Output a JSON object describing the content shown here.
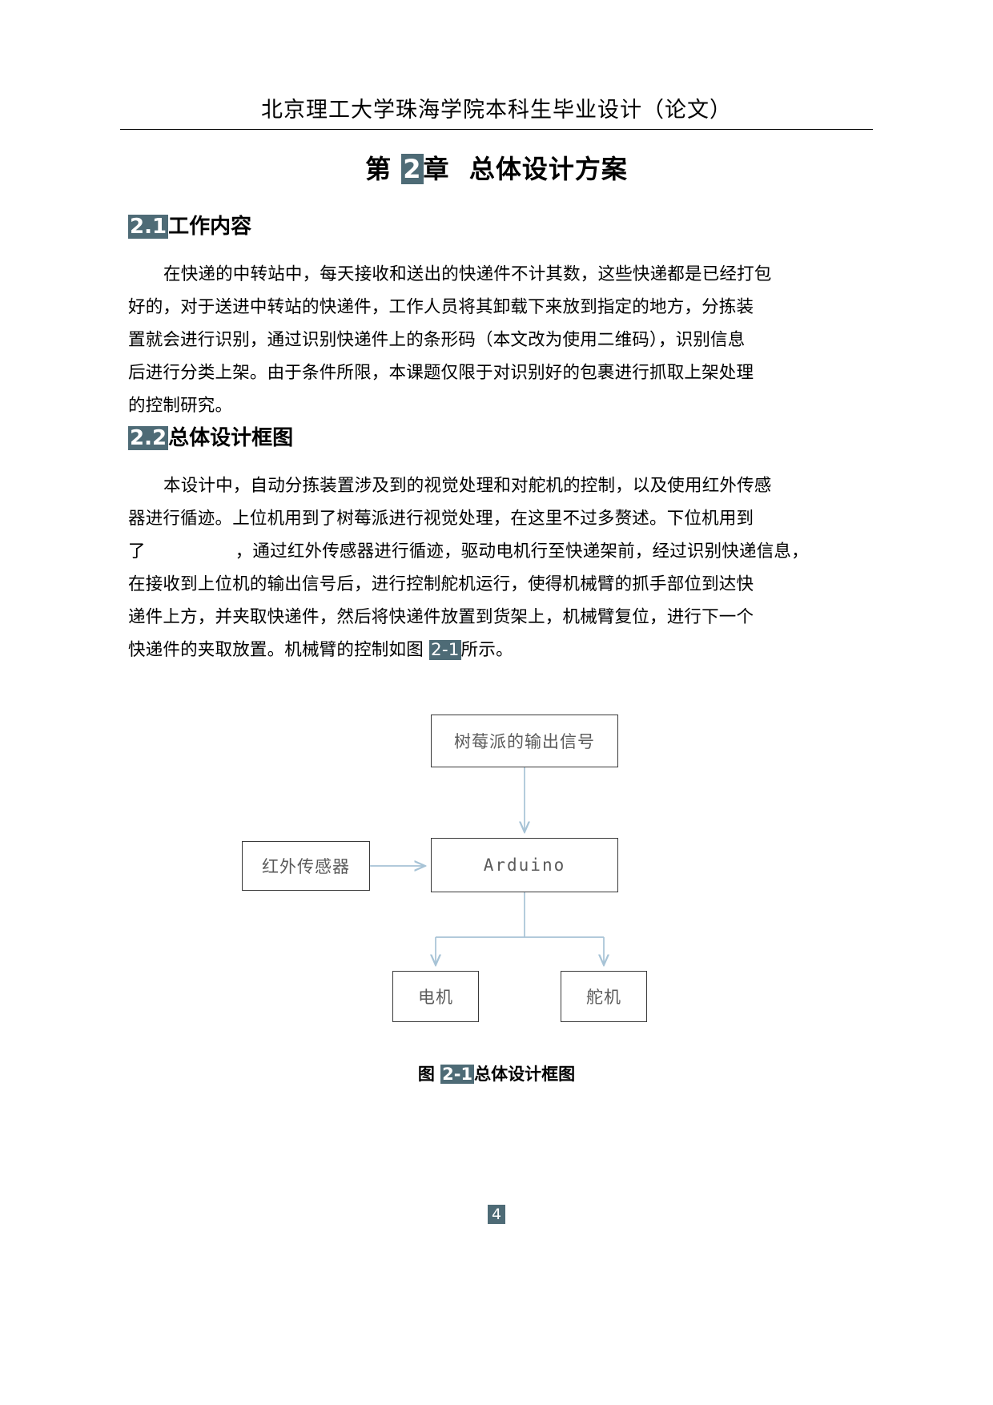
{
  "header": {
    "title": "北京理工大学珠海学院本科生毕业设计（论文）"
  },
  "chapter": {
    "prefix": "第",
    "number": "2",
    "suffix": "章",
    "title": "总体设计方案"
  },
  "sections": [
    {
      "number": "2.1",
      "title": "工作内容",
      "paragraph_lines": [
        "在快递的中转站中，每天接收和送出的快递件不计其数，这些快递都是已经打包",
        "好的，对于送进中转站的快递件，工作人员将其卸载下来放到指定的地方，分拣装",
        "置就会进行识别，通过识别快递件上的条形码（本文改为使用二维码），识别信息",
        "后进行分类上架。由于条件所限，本课题仅限于对识别好的包裹进行抓取上架处理",
        "的控制研究。"
      ]
    },
    {
      "number": "2.2",
      "title": "总体设计框图",
      "paragraph_lines": [
        "本设计中，自动分拣装置涉及到的视觉处理和对舵机的控制，以及使用红外传感",
        "器进行循迹。上位机用到了树莓派进行视觉处理，在这里不过多赘述。下位机用到",
        "了",
        "，通过红外传感器进行循迹，驱动电机行至快递架前，经过识别快递信息，",
        "在接收到上位机的输出信号后，进行控制舵机运行，使得机械臂的抓手部位到达快",
        "递件上方，并夹取快递件，然后将快递件放置到货架上，机械臂复位，进行下一个",
        "快递件的夹取放置。机械臂的控制如图",
        "2-1",
        "所示。"
      ]
    }
  ],
  "figure": {
    "boxes": {
      "raspberry_output": "树莓派的输出信号",
      "ir_sensor": "红外传感器",
      "controller": "Arduino",
      "motor": "电机",
      "servo": "舵机"
    },
    "caption": {
      "prefix": "图",
      "number": "2-1",
      "title": "总体设计框图"
    },
    "colors": {
      "connector": "#a7c3d6",
      "box_border": "#3a3a3a",
      "box_text": "#5a5a5a"
    }
  },
  "page": {
    "number": "4"
  },
  "theme": {
    "field_shading": "#4e6b76",
    "field_text": "#ffffff"
  }
}
